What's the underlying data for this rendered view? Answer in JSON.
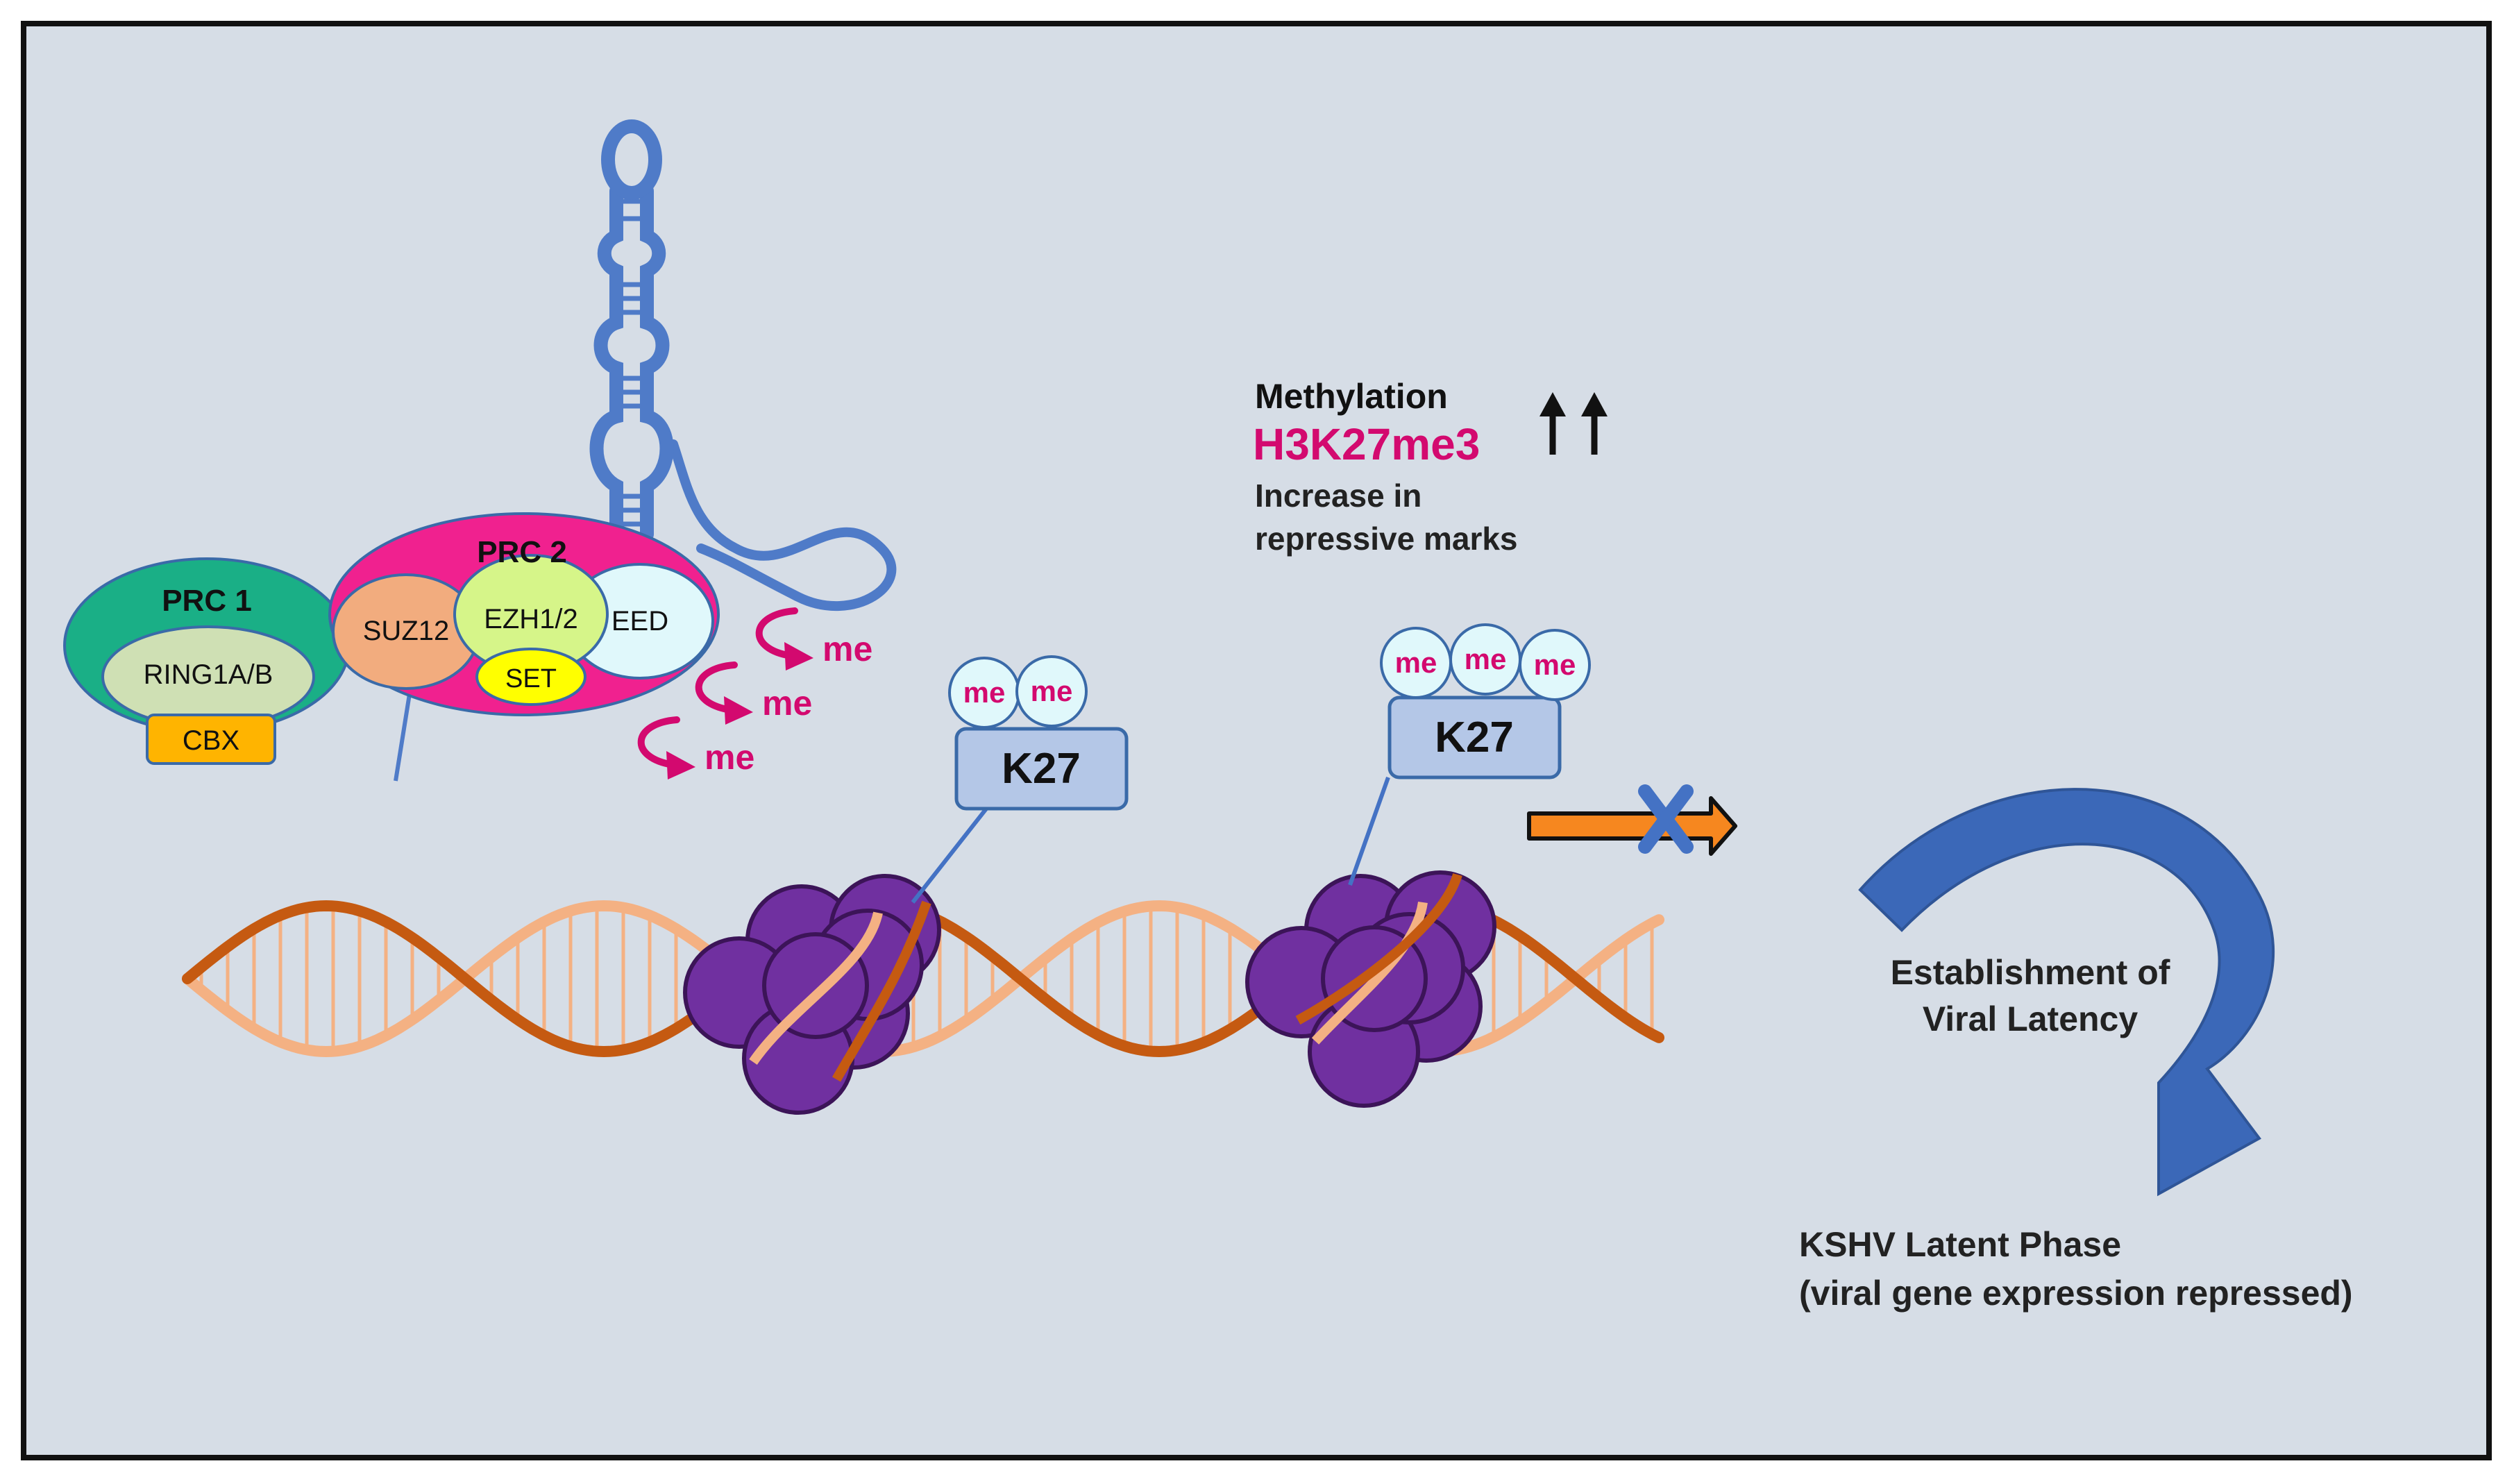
{
  "colors": {
    "background": "#d6dde6",
    "frame": "#111111",
    "rna": "#4f7bc8",
    "prc1": "#1aaf86",
    "ring": "#cfe0b4",
    "cbx": "#ffb400",
    "prc2": "#f0218f",
    "suz12": "#f2ac7e",
    "ezh": "#d6f589",
    "set": "#ffff00",
    "eed": "#e0f8fb",
    "magenta": "#d3096f",
    "mark_bubble": "#e0f8fb",
    "k27_box": "#b4c7e7",
    "dna_dark": "#c55a11",
    "dna_light": "#f4b183",
    "nucleosome": "#7030a0",
    "nucleosome_stroke": "#3c1458",
    "blocked_arrow": "#f6871f",
    "x_mark": "#4472c4",
    "curved_arrow": "#3b68b8"
  },
  "complexes": {
    "prc1": {
      "title": "PRC 1",
      "ring": "RING1A/B",
      "cbx": "CBX"
    },
    "prc2": {
      "title": "PRC 2",
      "suz12": "SUZ12",
      "ezh": "EZH1/2",
      "set": "SET",
      "eed": "EED"
    }
  },
  "methyl_groups": [
    "me",
    "me",
    "me"
  ],
  "nucleosome_marks": [
    {
      "residue": "K27",
      "marks": [
        "me",
        "me"
      ]
    },
    {
      "residue": "K27",
      "marks": [
        "me",
        "me",
        "me"
      ]
    }
  ],
  "methylation_note": {
    "heading": "Methylation",
    "mark": "H3K27me3",
    "arrows": "↑↑",
    "line1": "Increase in",
    "line2": "repressive marks"
  },
  "latency": {
    "line1": "Establishment of",
    "line2": "Viral Latency"
  },
  "outcome": {
    "line1": "KSHV Latent Phase",
    "line2": "(viral gene expression repressed)"
  }
}
